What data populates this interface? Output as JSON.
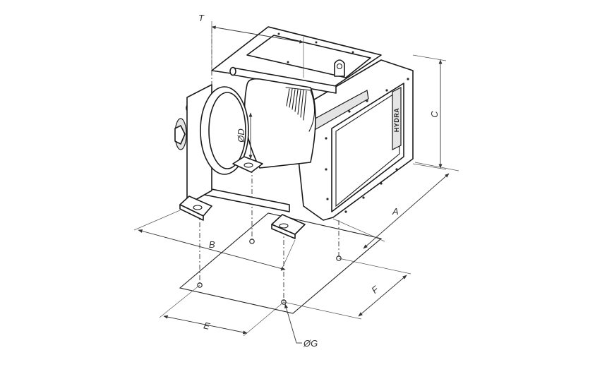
{
  "diagram": {
    "brand_label": "HYDRA",
    "dimension_labels": {
      "T": "T",
      "C": "C",
      "A": "A",
      "B": "B",
      "D": "ØD",
      "E": "E",
      "F": "F",
      "G": "ØG"
    }
  }
}
